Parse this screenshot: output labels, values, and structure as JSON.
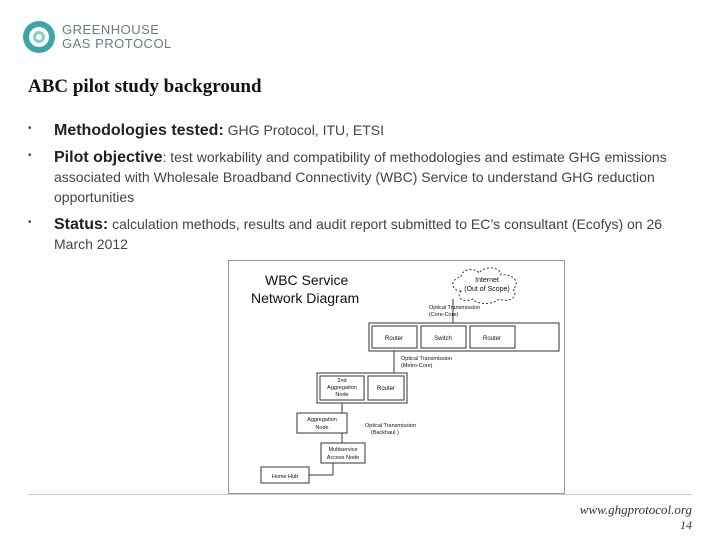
{
  "logo": {
    "line1": "GREENHOUSE",
    "line2": "GAS PROTOCOL",
    "icon": "ghg-protocol-logo-icon",
    "color": "#3aa7a6"
  },
  "title": "ABC pilot study background",
  "bullets": [
    {
      "label": "Methodologies tested:",
      "text": " GHG Protocol, ITU, ETSI"
    },
    {
      "label": "Pilot objective",
      "text": ": test workability and compatibility of methodologies and estimate GHG emissions associated with Wholesale Broadband Connectivity (WBC) Service to understand GHG reduction opportunities"
    },
    {
      "label": "Status:",
      "text": " calculation methods, results and audit report submitted to EC’s consultant (Ecofys) on 26 March 2012"
    }
  ],
  "diagram": {
    "title_line1": "WBC Service",
    "title_line2": "Network Diagram",
    "cloud_line1": "Internet",
    "cloud_line2": "(Out of Scope)",
    "optical_core_1": "Optical Transmission",
    "optical_core_2": "(Core-Core)",
    "router_a": "Router",
    "switch": "Switch",
    "router_b": "Router",
    "optical_metro_1": "Optical Transmission",
    "optical_metro_2": "(Metro-Core)",
    "agg2_line1": "2nd",
    "agg2_line2": "Aggregation",
    "agg2_line3": "Node",
    "router_c": "Router",
    "agg_line1": "Aggregation",
    "agg_line2": "Node",
    "optical_backhaul_1": "Optical Transmission",
    "optical_backhaul_2": "(Backhaul )",
    "msan_line1": "Multiservice",
    "msan_line2": "Access Node",
    "home_hub": "Home Hub"
  },
  "footer": {
    "url": "www.ghgprotocol.org",
    "page": "14"
  }
}
